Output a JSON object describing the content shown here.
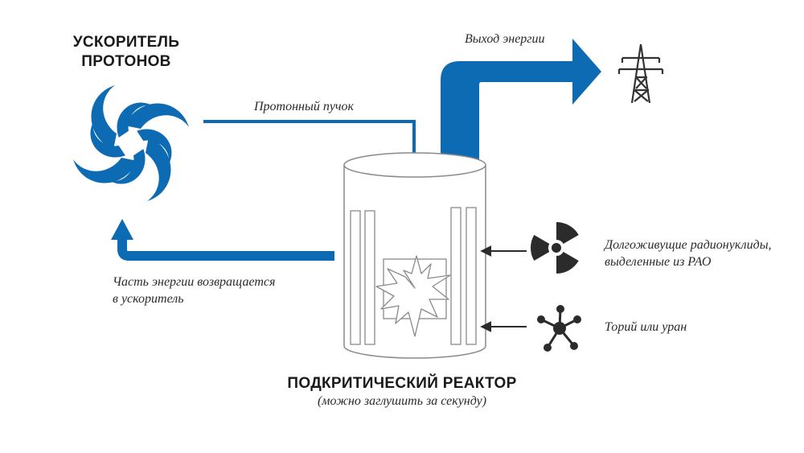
{
  "accelerator": {
    "title_line1": "УСКОРИТЕЛЬ",
    "title_line2": "ПРОТОНОВ",
    "icon": "swirl-icon"
  },
  "beam": {
    "label": "Протонный пучок"
  },
  "energy_output": {
    "label": "Выход энергии",
    "icon": "power-pylon-icon"
  },
  "energy_return": {
    "label_line1": "Часть энергии возвращается",
    "label_line2": "в ускоритель"
  },
  "inputs": {
    "radionuclides": {
      "label_line1": "Долгоживущие радионуклиды,",
      "label_line2": "выделенные из РАО",
      "icon": "radiation-icon"
    },
    "fuel": {
      "label": "Торий или уран",
      "icon": "molecule-icon"
    }
  },
  "reactor": {
    "title": "ПОДКРИТИЧЕСКИЙ РЕАКТОР",
    "subtitle": "(можно заглушить за секунду)"
  },
  "colors": {
    "accent_blue": "#0d6bb3",
    "dark": "#2b2b2b",
    "outline": "#8a8a8a"
  }
}
